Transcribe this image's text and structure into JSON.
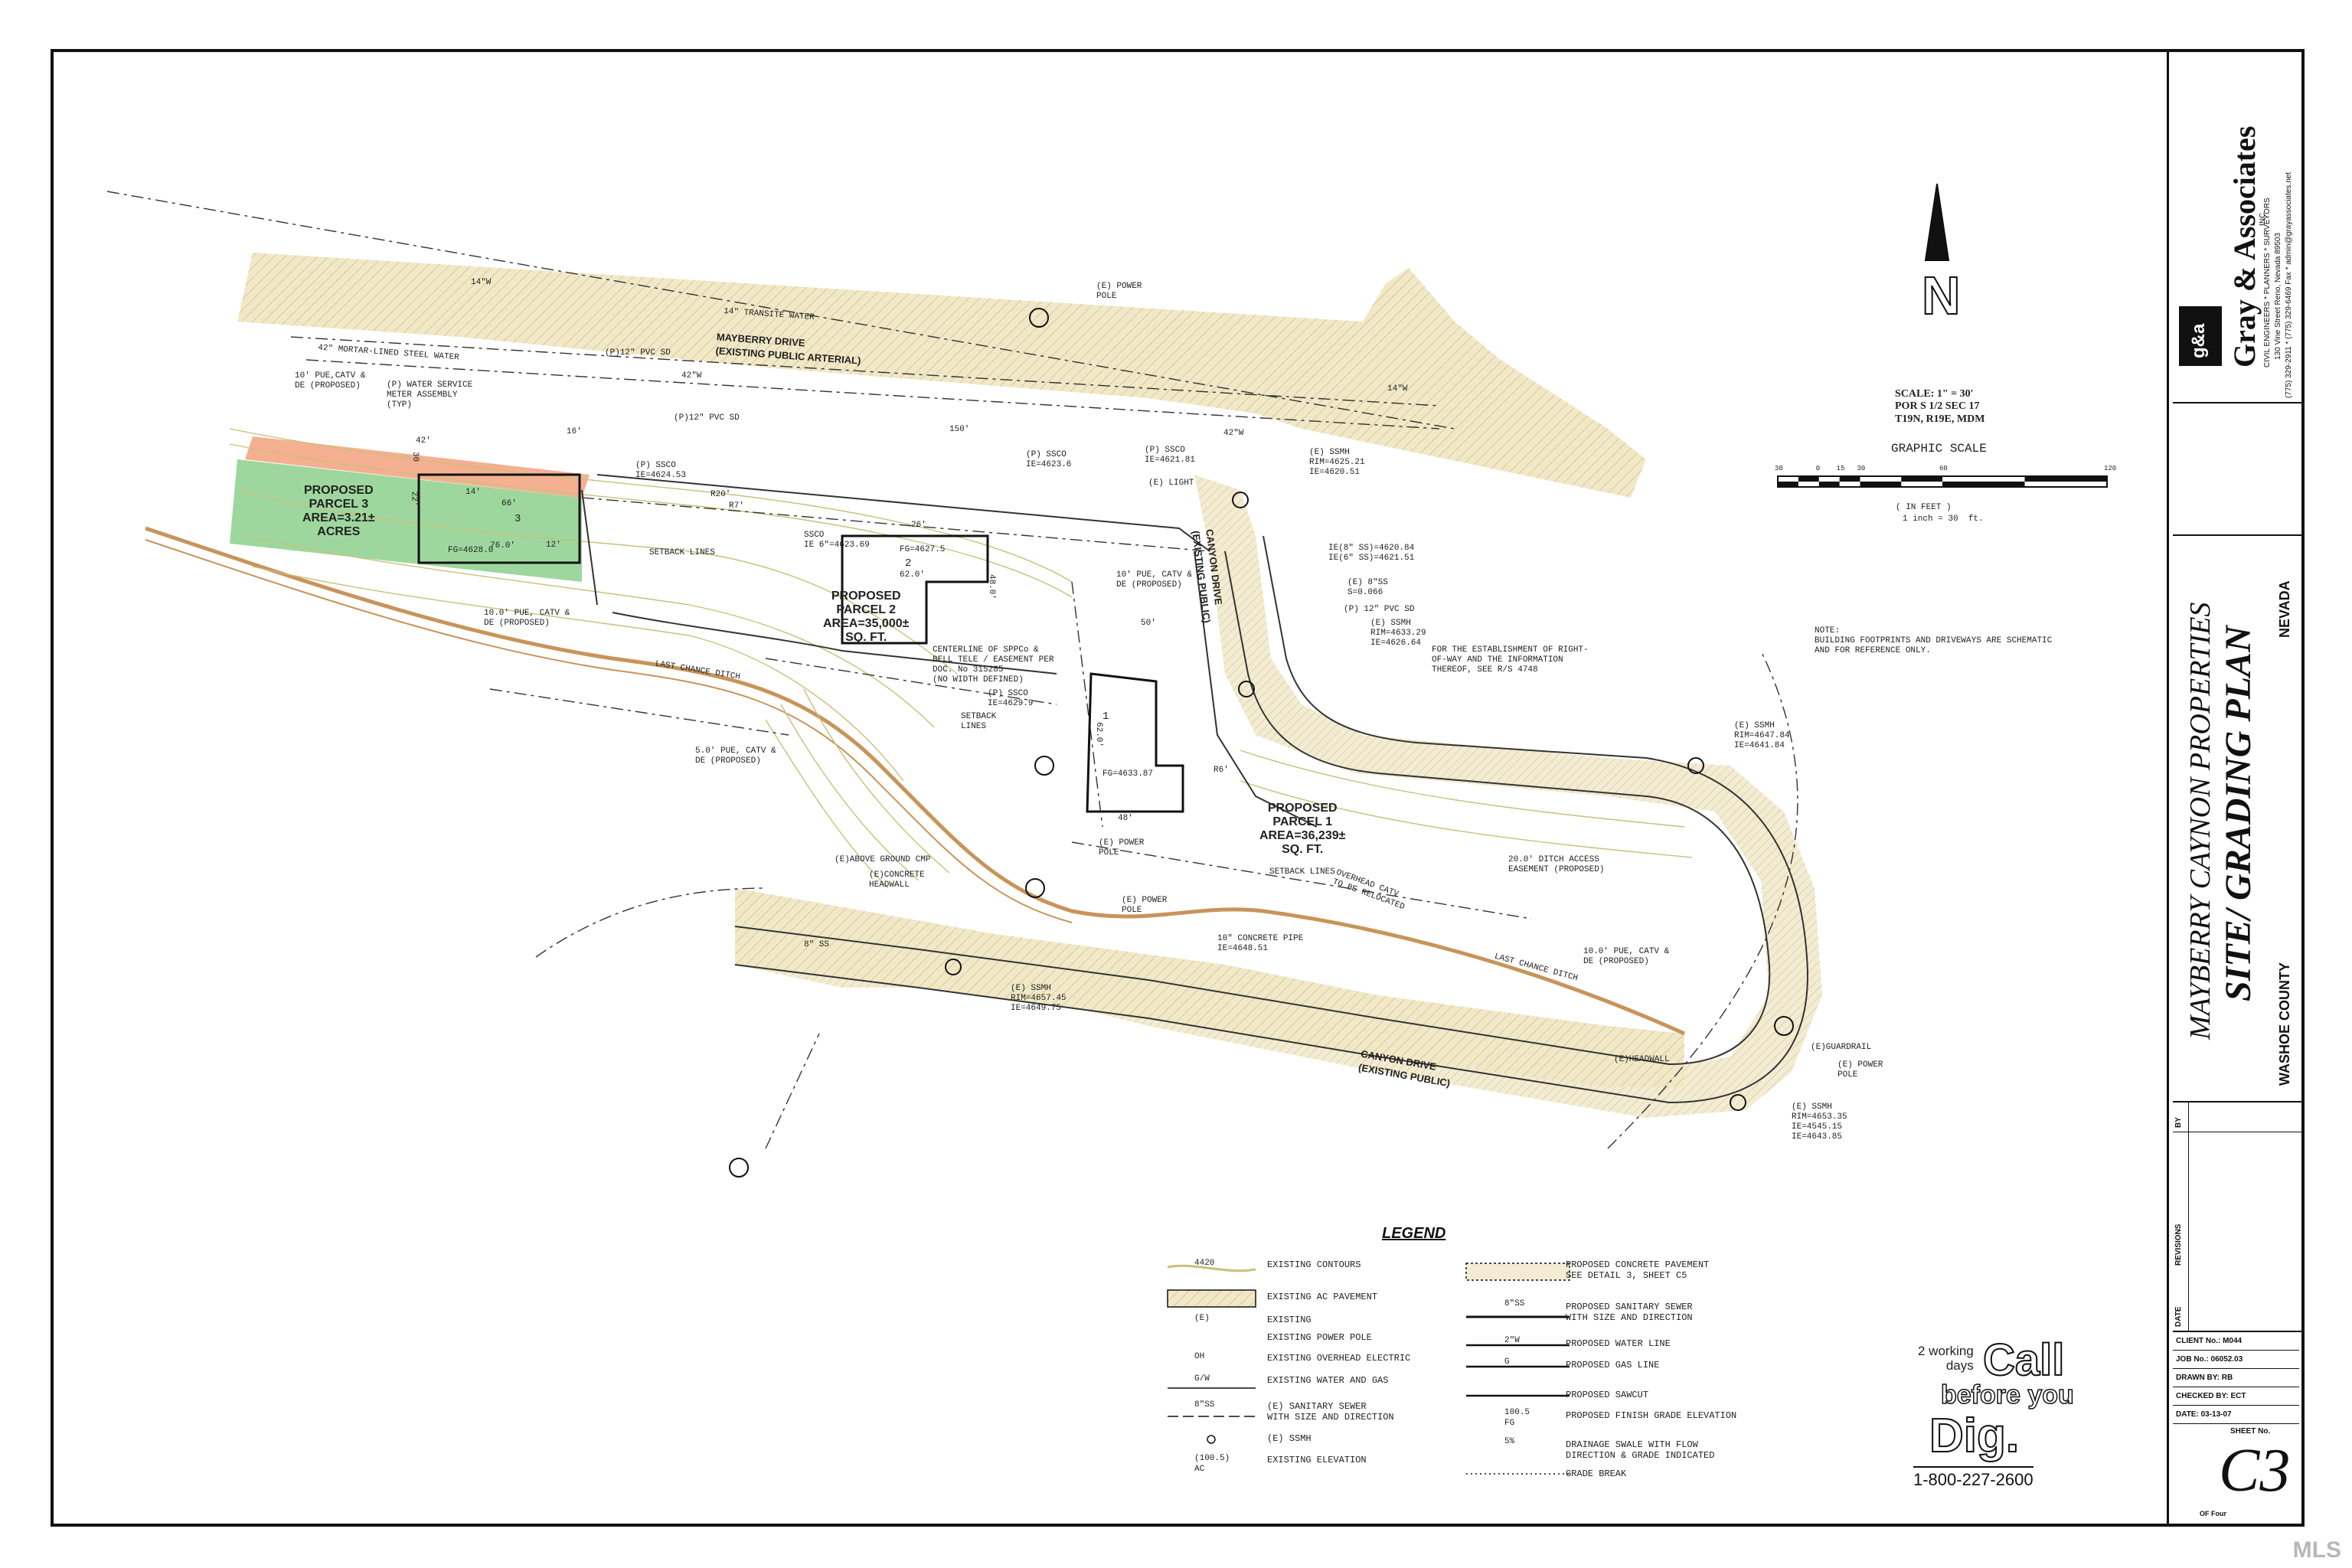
{
  "firm": {
    "name": "Gray & Associates",
    "suffix": "INC.",
    "logo_text": "g&a",
    "tagline": "CIVIL ENGINEERS * PLANNERS * SURVEYORS",
    "address": "130 Vine Street  Reno, Nevada  89503",
    "phone": "(775) 329-2911 * (775) 329-6469 Fax * admin@grayassociates.net"
  },
  "project": {
    "title": "MAYBERRY CAYNON PROPERTIES",
    "sheet_title": "SITE/ GRADING PLAN",
    "county": "WASHOE COUNTY",
    "state": "NEVADA"
  },
  "title_block": {
    "revisions_label": "REVISIONS",
    "by_label": "BY",
    "date_label": "DATE",
    "client": "CLIENT No.: M044",
    "job": "JOB No.: 06052.03",
    "drawn": "DRAWN BY: RB",
    "checked": "CHECKED BY: ECT",
    "date": "DATE: 03-13-07",
    "sheet_label": "SHEET No.",
    "sheet_no": "C3",
    "of_label": "OF Four"
  },
  "scale": {
    "line1": "SCALE: 1\" = 30'",
    "line2": "POR S 1/2 SEC 17",
    "line3": "T19N, R19E, MDM",
    "graphic": "GRAPHIC SCALE",
    "ticks": [
      "30",
      "0",
      "15",
      "30",
      "60",
      "120"
    ],
    "unit1": "( IN FEET )",
    "unit2": "1 inch = 30  ft."
  },
  "note": "NOTE:\nBUILDING FOOTPRINTS AND DRIVEWAYS ARE SCHEMATIC\nAND FOR REFERENCE ONLY.",
  "parcels": [
    {
      "title": "PROPOSED\nPARCEL 3\nAREA=3.21±\nACRES",
      "number": "3"
    },
    {
      "title": "PROPOSED\nPARCEL 2\nAREA=35,000±\nSQ. FT.",
      "number": "2"
    },
    {
      "title": "PROPOSED\nPARCEL 1\nAREA=36,239±\nSQ. FT.",
      "number": "1"
    }
  ],
  "roads": {
    "mayberry": "MAYBERRY DRIVE\n(EXISTING PUBLIC ARTERIAL)",
    "canyon_upper": "CANYON DRIVE\n(EXISTING PUBLIC)",
    "canyon_lower": "CANYON DRIVE\n(EXISTING PUBLIC)"
  },
  "labels": {
    "power_pole_top": "(E) POWER\nPOLE",
    "transite": "14\" TRANSITE WATER",
    "steel": "42\" MORTAR-LINED STEEL WATER",
    "pue1": "10' PUE,CATV &\nDE (PROPOSED)",
    "meter": "(P) WATER SERVICE\nMETER ASSEMBLY\n(TYP)",
    "pvc1": "(P)12\" PVC SD",
    "pvc2": "(P)12\" PVC SD",
    "ssco1": "(P) SSCO\nIE=4624.53",
    "ssco2": "(P) SSCO\nIE=4623.6",
    "ssco3": "(P) SSCO\nIE=4621.81",
    "ssco4": "SSCO\nIE 6\"=4623.69",
    "ssco5": "(P) SSCO\nIE=4629.9",
    "ssmh1": "(E) SSMH\nRIM=4625.21\nIE=4620.51",
    "ie1": "IE(8\" SS)=4620.84\nIE(6\" SS)=4621.51",
    "ss8": "(E) 8\"SS\nS=0.066",
    "sd12": "(P) 12\" PVC SD",
    "ssmh2": "(E) SSMH\nRIM=4633.29\nIE=4626.64",
    "row_note": "FOR THE ESTABLISHMENT OF RIGHT-\nOF-WAY AND THE INFORMATION\nTHEREOF, SEE R/S 4748",
    "ssmh3": "(E) SSMH\nRIM=4647.84\nIE=4641.84",
    "setback1": "SETBACK LINES",
    "setback2": "SETBACK\nLINES",
    "setback3": "SETBACK LINES",
    "pue2": "10.0' PUE, CATV &\nDE (PROPOSED)",
    "pue3": "5.0' PUE, CATV &\nDE (PROPOSED)",
    "pue4": "10' PUE, CATV &\nDE (PROPOSED)",
    "pue5": "10.0' PUE, CATV &\nDE (PROPOSED)",
    "ditch1": "LAST CHANCE DITCH",
    "ditch2": "LAST CHANCE DITCH",
    "centerline": "CENTERLINE OF SPPCo &\nBELL TELE / EASEMENT PER\nDOC. No 315285\n(NO WIDTH DEFINED)",
    "cmp": "(E)ABOVE GROUND CMP",
    "headwall": "(E)CONCRETE\nHEADWALL",
    "pole2": "(E) POWER\nPOLE",
    "pole3": "(E) POWER\nPOLE",
    "pole4": "(E) POWER\nPOLE",
    "overhead": "OVERHEAD CATV\nTO BE RELOCATED",
    "ditch_ease": "20.0' DITCH ACCESS\nEASEMENT (PROPOSED)",
    "pipe": "10\" CONCRETE PIPE\nIE=4648.51",
    "ssmh4": "(E) SSMH\nRIM=4657.45\nIE=4649.75",
    "ss8b": "8\" SS",
    "guardrail": "(E)GUARDRAIL",
    "headwall2": "(E)HEADWALL",
    "ssmh5": "(E) SSMH\nRIM=4653.35\nIE=4545.15\nIE=4643.85",
    "light": "(E) LIGHT",
    "fg3": "FG=4628.0",
    "fg2": "FG=4627.5",
    "fg1": "FG=4633.87",
    "dim_76": "76.0'",
    "dim_62": "62.0'",
    "dim_48": "48.0'",
    "dim_150": "150'",
    "dim_42": "42'",
    "dim_30": "30",
    "dim_14": "14'",
    "dim_66": "66'",
    "dim_12": "12'",
    "dim_22": "22'",
    "dim_26": "26'",
    "dim_16": "16'",
    "dim_20": "R20'",
    "dim_r7": "R7'",
    "dim_r6": "R6'",
    "dim_50": "50'",
    "dim_48b": "48'",
    "dim_62b": "62.0'",
    "w14a": "14\"W",
    "w42a": "42\"W",
    "w14b": "14\"W",
    "w42b": "42\"W"
  },
  "legend": {
    "title": "LEGEND",
    "left": [
      "EXISTING CONTOURS",
      "EXISTING AC PAVEMENT",
      "EXISTING",
      "EXISTING POWER POLE",
      "EXISTING OVERHEAD ELECTRIC",
      "EXISTING WATER AND GAS",
      "(E) SANITARY SEWER\nWITH SIZE AND DIRECTION",
      "(E) SSMH",
      "EXISTING ELEVATION"
    ],
    "left_symbols": [
      "4420",
      "",
      "(E)",
      "",
      "OH",
      "G/W",
      "8\"SS",
      "",
      "(100.5)\nAC"
    ],
    "right": [
      "PROPOSED CONCRETE PAVEMENT\nSEE DETAIL 3, SHEET C5",
      "PROPOSED SANITARY SEWER\nWITH SIZE AND DIRECTION",
      "PROPOSED WATER LINE",
      "PROPOSED GAS LINE",
      "PROPOSED SAWCUT",
      "PROPOSED FINISH GRADE ELEVATION",
      "DRAINAGE SWALE WITH FLOW\nDIRECTION & GRADE INDICATED",
      "GRADE BREAK"
    ],
    "right_symbols": [
      "",
      "8\"SS",
      "2\"W",
      "G",
      "",
      "100.5\nFG",
      "5%",
      ""
    ]
  },
  "call_before": {
    "small": "2 working\ndays",
    "call": "Call",
    "before": "before you",
    "dig": "Dig.",
    "phone": "1-800-227-2600"
  },
  "watermark": "MLS",
  "colors": {
    "parcel3_green": "#7dc97d",
    "parcel3_orange": "#f2a27e",
    "pavement": "#e8dcb0",
    "contour": "#c9c07a",
    "ditch": "#c8945a"
  }
}
